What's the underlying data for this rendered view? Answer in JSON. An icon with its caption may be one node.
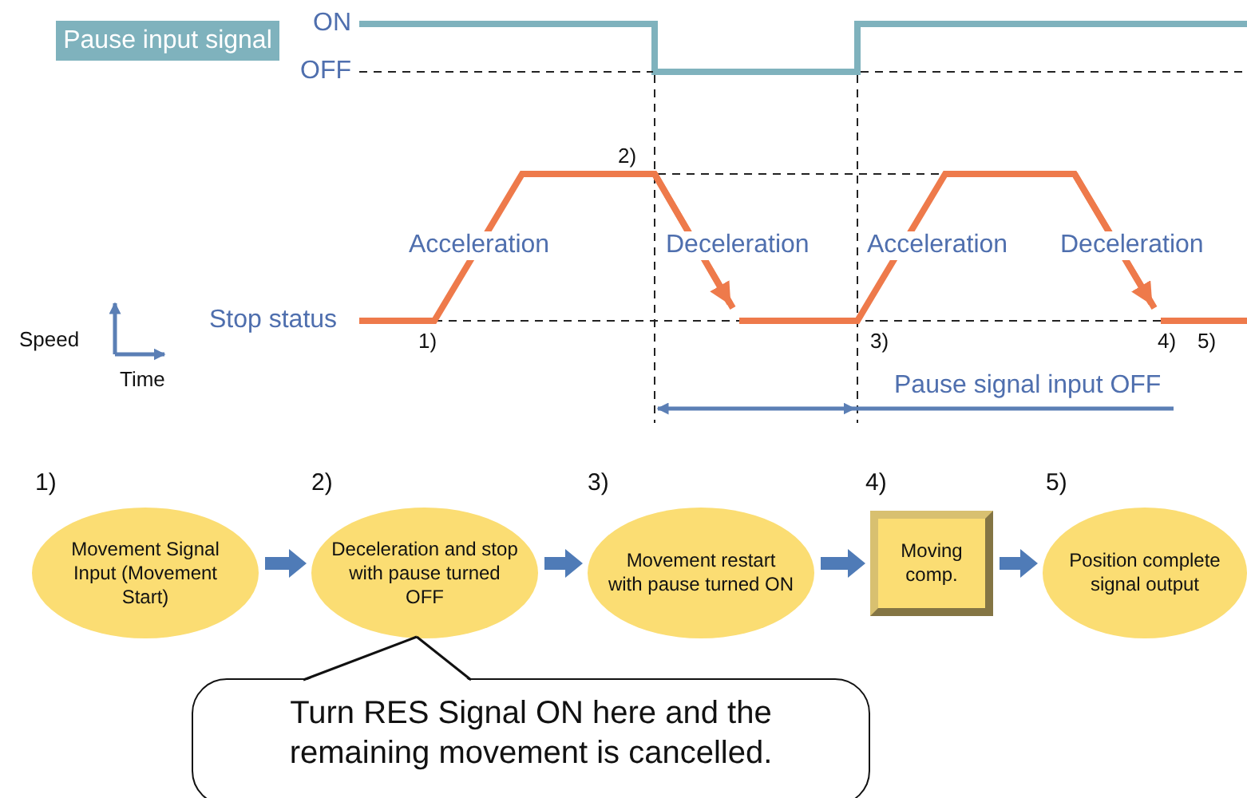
{
  "diagram": {
    "nodes": [
      {
        "text": [
          "Pause input signal"
        ]
      },
      {
        "text": [
          "Movement Signal Input (Movement Start)"
        ],
        "beside": [
          "1)"
        ]
      },
      {
        "text": [
          "Deceleration and stop with pause turned OFF"
        ],
        "beside": [
          "2)"
        ]
      },
      {
        "text": [
          "Movement restart with pause turned ON"
        ],
        "beside": [
          "3)"
        ]
      },
      {
        "text": [
          "Moving comp."
        ],
        "beside": [
          "4)"
        ]
      },
      {
        "text": [
          "Position complete signal output"
        ],
        "beside": [
          "5)"
        ]
      },
      {
        "text": [
          "Turn RES Signal ON here and the remaining movement is cancelled."
        ]
      }
    ],
    "edges": [
      {
        "from": 1,
        "to": 2,
        "arrow": "to"
      },
      {
        "from": 2,
        "to": 3,
        "arrow": "to"
      },
      {
        "from": 3,
        "to": 4,
        "arrow": "to"
      },
      {
        "from": 4,
        "to": 5,
        "arrow": "to"
      },
      {
        "from": 6,
        "to": 2,
        "arrow": "none",
        "color": "#111111"
      }
    ],
    "labels": [
      "ON",
      "OFF",
      "2)",
      "Acceleration",
      "Deceleration",
      "Acceleration",
      "Deceleration",
      "Speed",
      "Stop status",
      "1)",
      "3)",
      "4)",
      "5)",
      "Time",
      "Pause signal input OFF"
    ]
  }
}
